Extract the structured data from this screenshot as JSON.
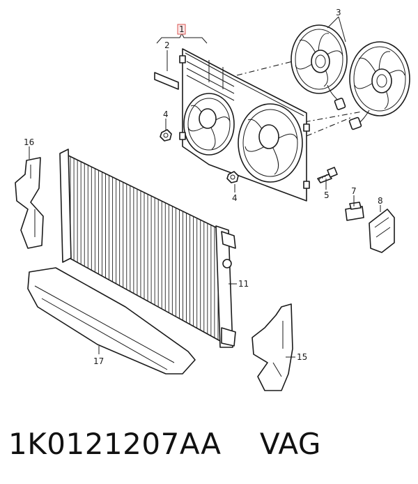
{
  "callouts": {
    "c1": "1",
    "c2": "2",
    "c3": "3",
    "c4a": "4",
    "c4b": "4",
    "c5": "5",
    "c7": "7",
    "c8": "8",
    "c11": "11",
    "c15": "15",
    "c16": "16",
    "c17": "17"
  },
  "caption": {
    "part_number": "1K0121207AA",
    "brand": "VAG"
  },
  "colors": {
    "line": "#1a1a1a",
    "callout_box": "#d9534f",
    "background": "#ffffff"
  }
}
